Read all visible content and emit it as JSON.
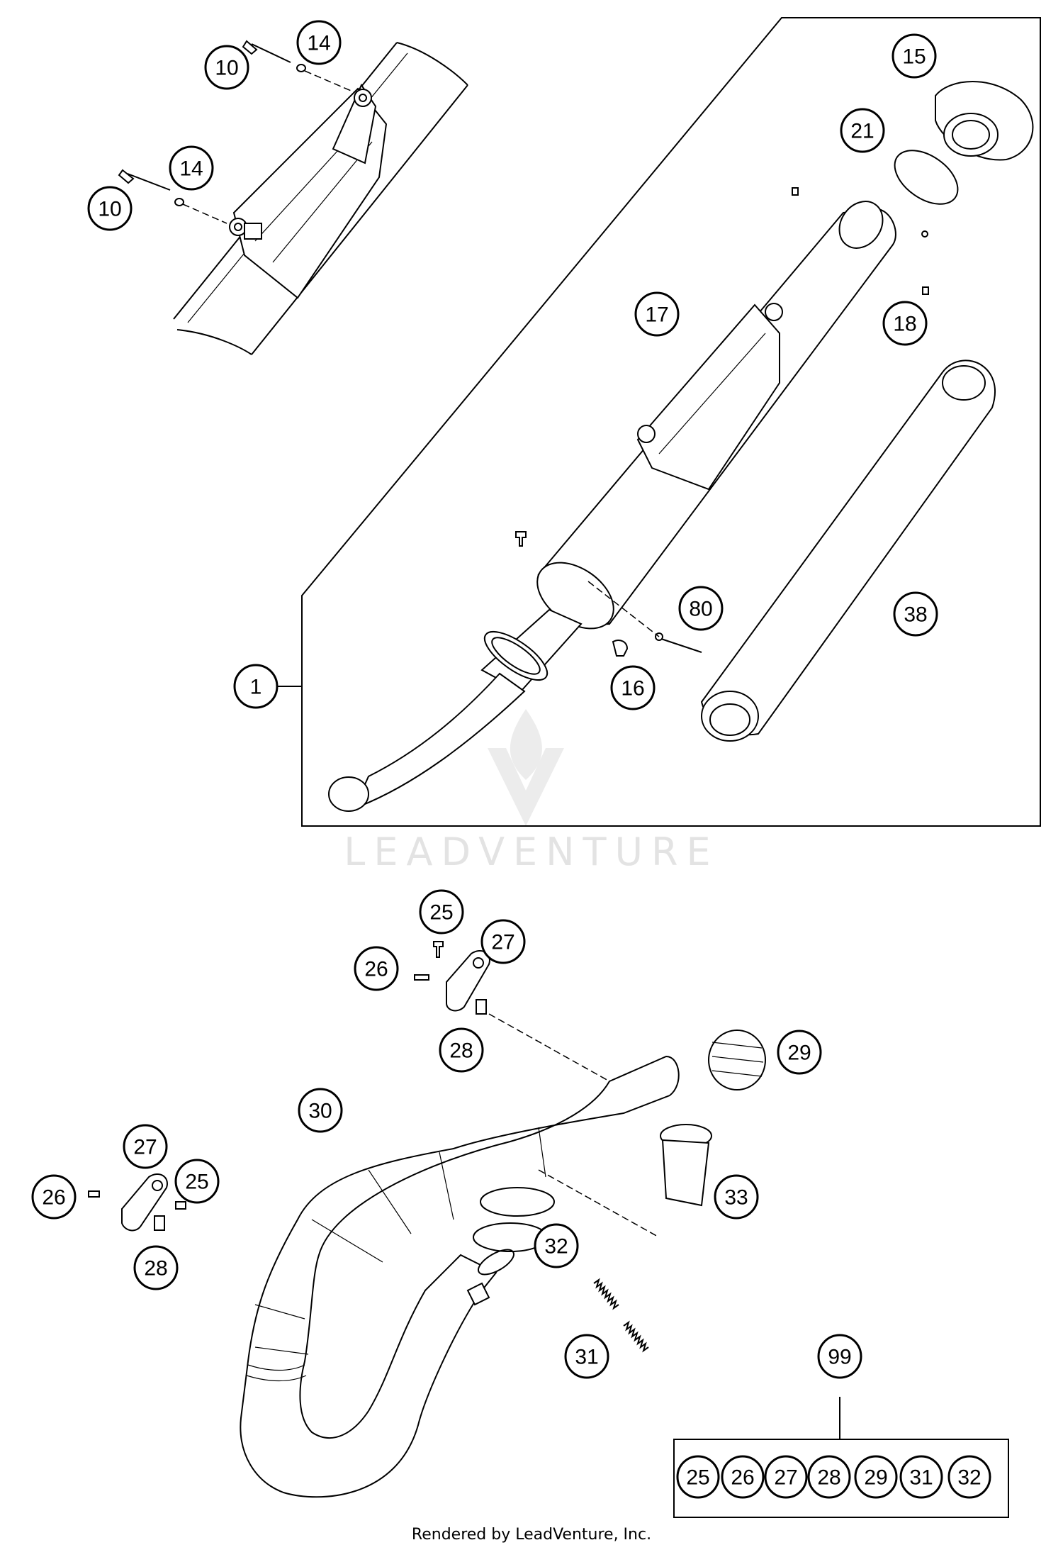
{
  "diagram": {
    "watermark": "LEADVENTURE",
    "footer": "Rendered by LeadVenture, Inc.",
    "callouts": {
      "c10a": "10",
      "c14a": "14",
      "c10b": "10",
      "c14b": "14",
      "c15": "15",
      "c21": "21",
      "c17": "17",
      "c18": "18",
      "c1": "1",
      "c80": "80",
      "c38": "38",
      "c16": "16",
      "c25a": "25",
      "c27a": "27",
      "c26a": "26",
      "c28a": "28",
      "c29": "29",
      "c30": "30",
      "c27b": "27",
      "c25b": "25",
      "c26b": "26",
      "c28b": "28",
      "c33": "33",
      "c32": "32",
      "c31": "31",
      "c99": "99"
    },
    "kit_99": [
      "25",
      "26",
      "27",
      "28",
      "29",
      "31",
      "32"
    ]
  }
}
